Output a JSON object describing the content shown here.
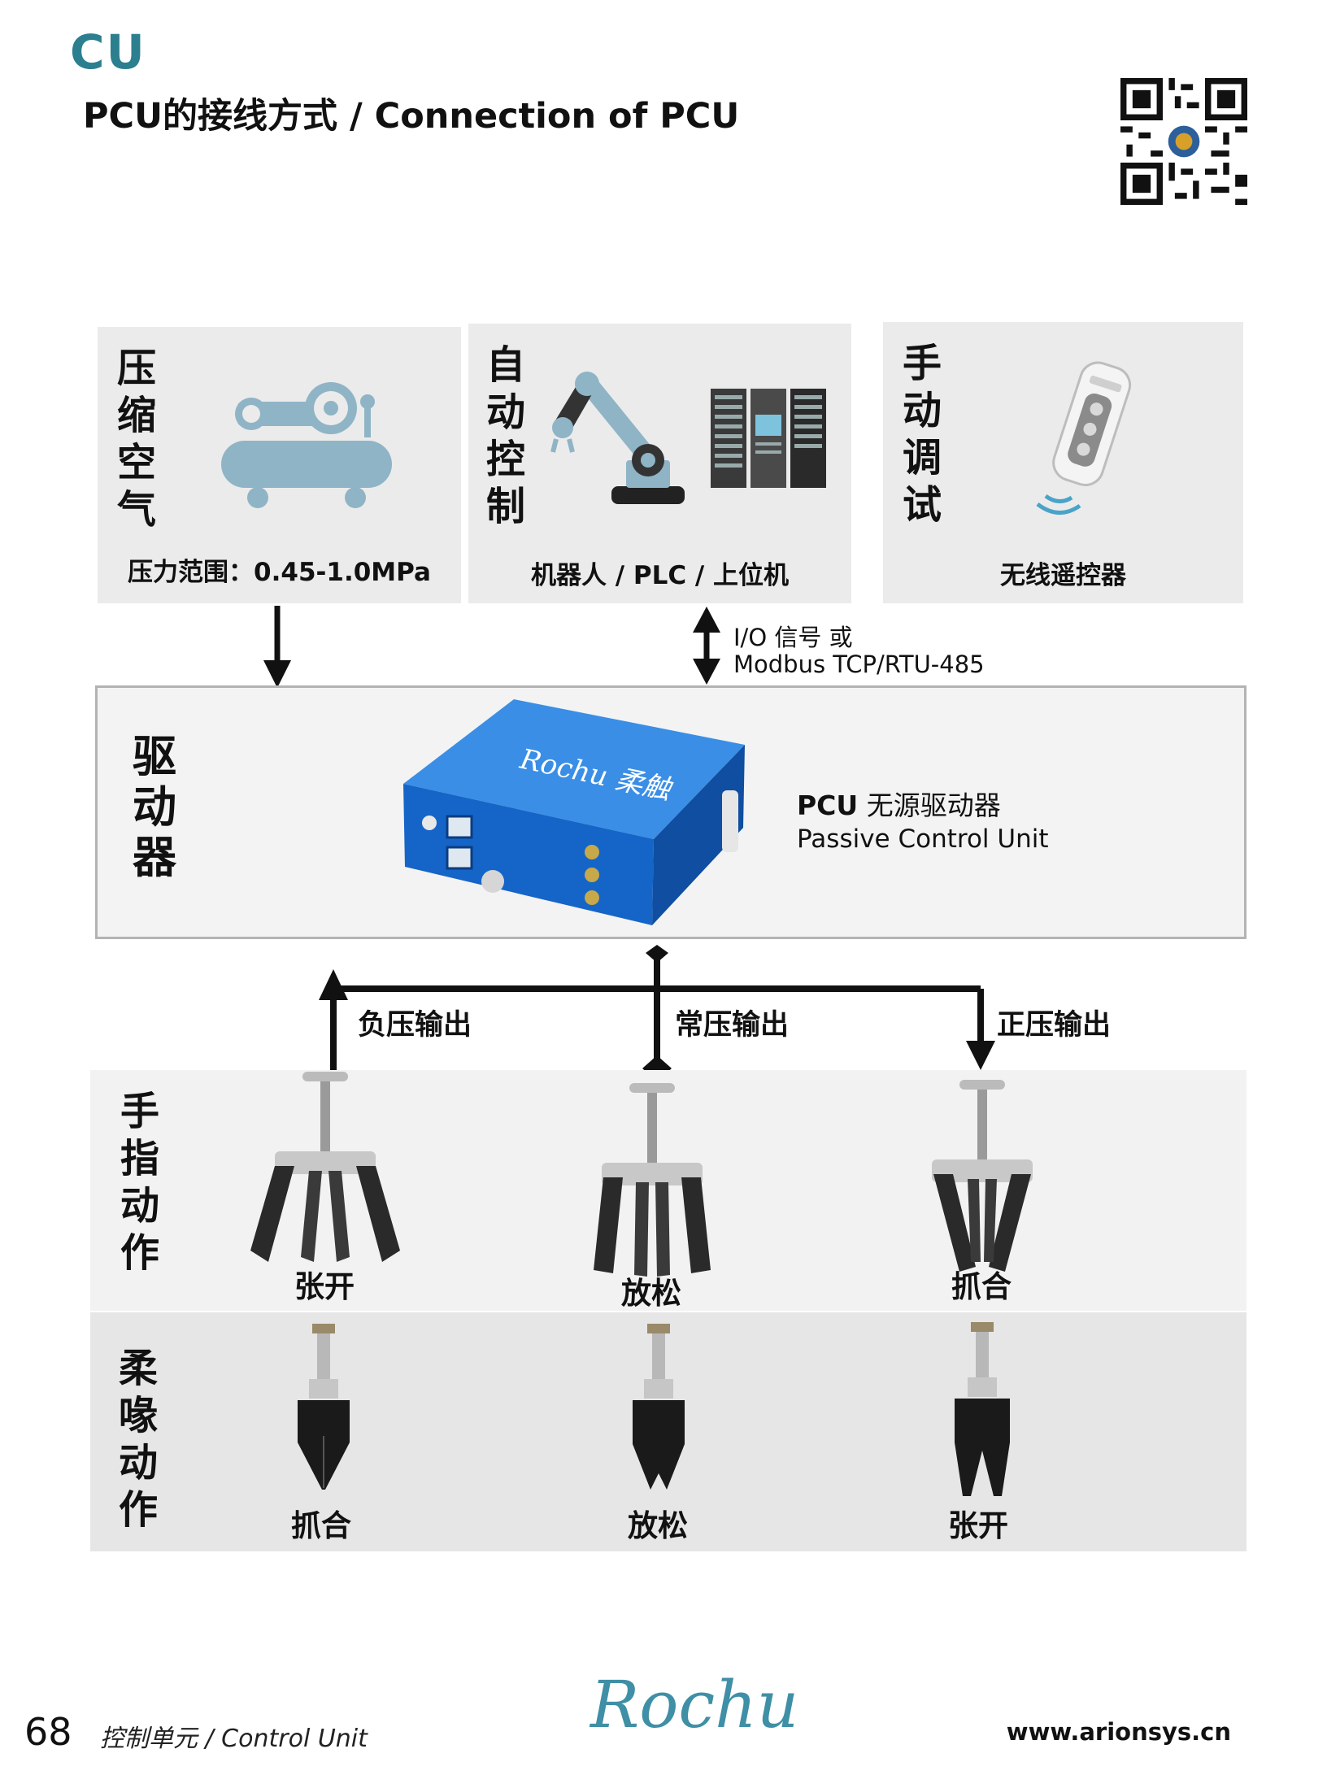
{
  "header": {
    "section_code": "CU",
    "title": "PCU的接线方式 / Connection of PCU"
  },
  "inputs": {
    "air": {
      "label_chars": [
        "压",
        "缩",
        "空",
        "气"
      ],
      "caption": "压力范围：0.45-1.0MPa",
      "icon": "air-compressor-icon"
    },
    "auto": {
      "label_chars": [
        "自",
        "动",
        "控",
        "制"
      ],
      "caption": "机器人 / PLC / 上位机",
      "icons": [
        "robot-arm-icon",
        "server-rack-icon"
      ]
    },
    "manual": {
      "label_chars": [
        "手",
        "动",
        "调",
        "试"
      ],
      "caption": "无线遥控器",
      "icon": "wireless-remote-icon"
    }
  },
  "signal": {
    "line1": "I/O 信号 或",
    "line2": "Modbus TCP/RTU-485"
  },
  "driver": {
    "label_chars": [
      "驱",
      "动",
      "器"
    ],
    "name_bold": "PCU",
    "name_rest": " 无源驱动器",
    "subtitle": "Passive Control Unit",
    "device_brand": "Rochu 柔触",
    "color": "#1565c8"
  },
  "outputs": {
    "negative": "负压输出",
    "normal": "常压输出",
    "positive": "正压输出"
  },
  "finger": {
    "label_chars": [
      "手",
      "指",
      "动",
      "作"
    ],
    "actions": [
      "张开",
      "放松",
      "抓合"
    ]
  },
  "beak": {
    "label_chars": [
      "柔",
      "喙",
      "动",
      "作"
    ],
    "actions": [
      "抓合",
      "放松",
      "张开"
    ]
  },
  "footer": {
    "page_number": "68",
    "section": "控制单元 / Control Unit",
    "logo": "Rochu",
    "url": "www.arionsys.cn"
  }
}
